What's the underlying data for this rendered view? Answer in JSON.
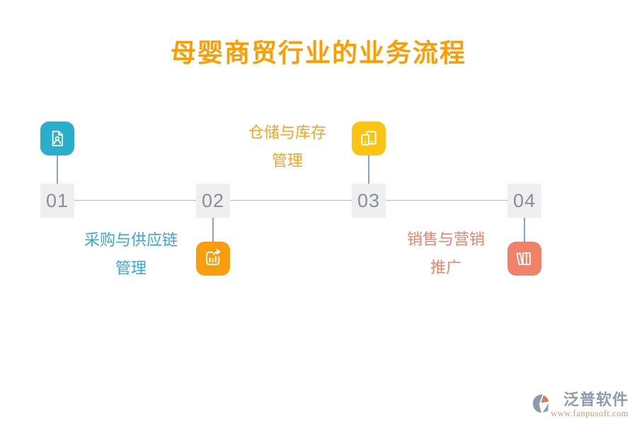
{
  "title": {
    "text": "母婴商贸行业的业务流程",
    "color": "#FF9C00"
  },
  "timeline": {
    "line_color": "#BBBBBB",
    "connector_color": "#7FA7DA",
    "node_bg": "#EFEFEF",
    "node_text_color": "#8A8F96",
    "nodes": [
      {
        "number": "01",
        "icon": "profile-document-icon",
        "icon_position": "above",
        "color": "#29AECB"
      },
      {
        "number": "02",
        "icon": "chart-export-icon",
        "icon_position": "below",
        "color": "#F99C0D"
      },
      {
        "number": "03",
        "icon": "devices-icon",
        "icon_position": "above",
        "color": "#F9C412"
      },
      {
        "number": "04",
        "icon": "books-icon",
        "icon_position": "below",
        "color": "#F08269"
      }
    ],
    "labels": [
      {
        "line1": "采购与供应链",
        "line2": "管理",
        "color": "#38A7DB",
        "position": "below-line"
      },
      {
        "line1": "仓储与库存",
        "line2": "管理",
        "color": "#F8A222",
        "position": "above-line"
      },
      {
        "line1": "销售与营销",
        "line2": "推广",
        "color": "#F0826B",
        "position": "below-line"
      }
    ]
  },
  "footer": {
    "brand": "泛普软件",
    "url": "www.fanpusoft.com",
    "brand_color": "#8E9AAE",
    "url_color": "#DE9470",
    "mark_gray": "#8E9AAE",
    "mark_orange": "#C8835C"
  }
}
